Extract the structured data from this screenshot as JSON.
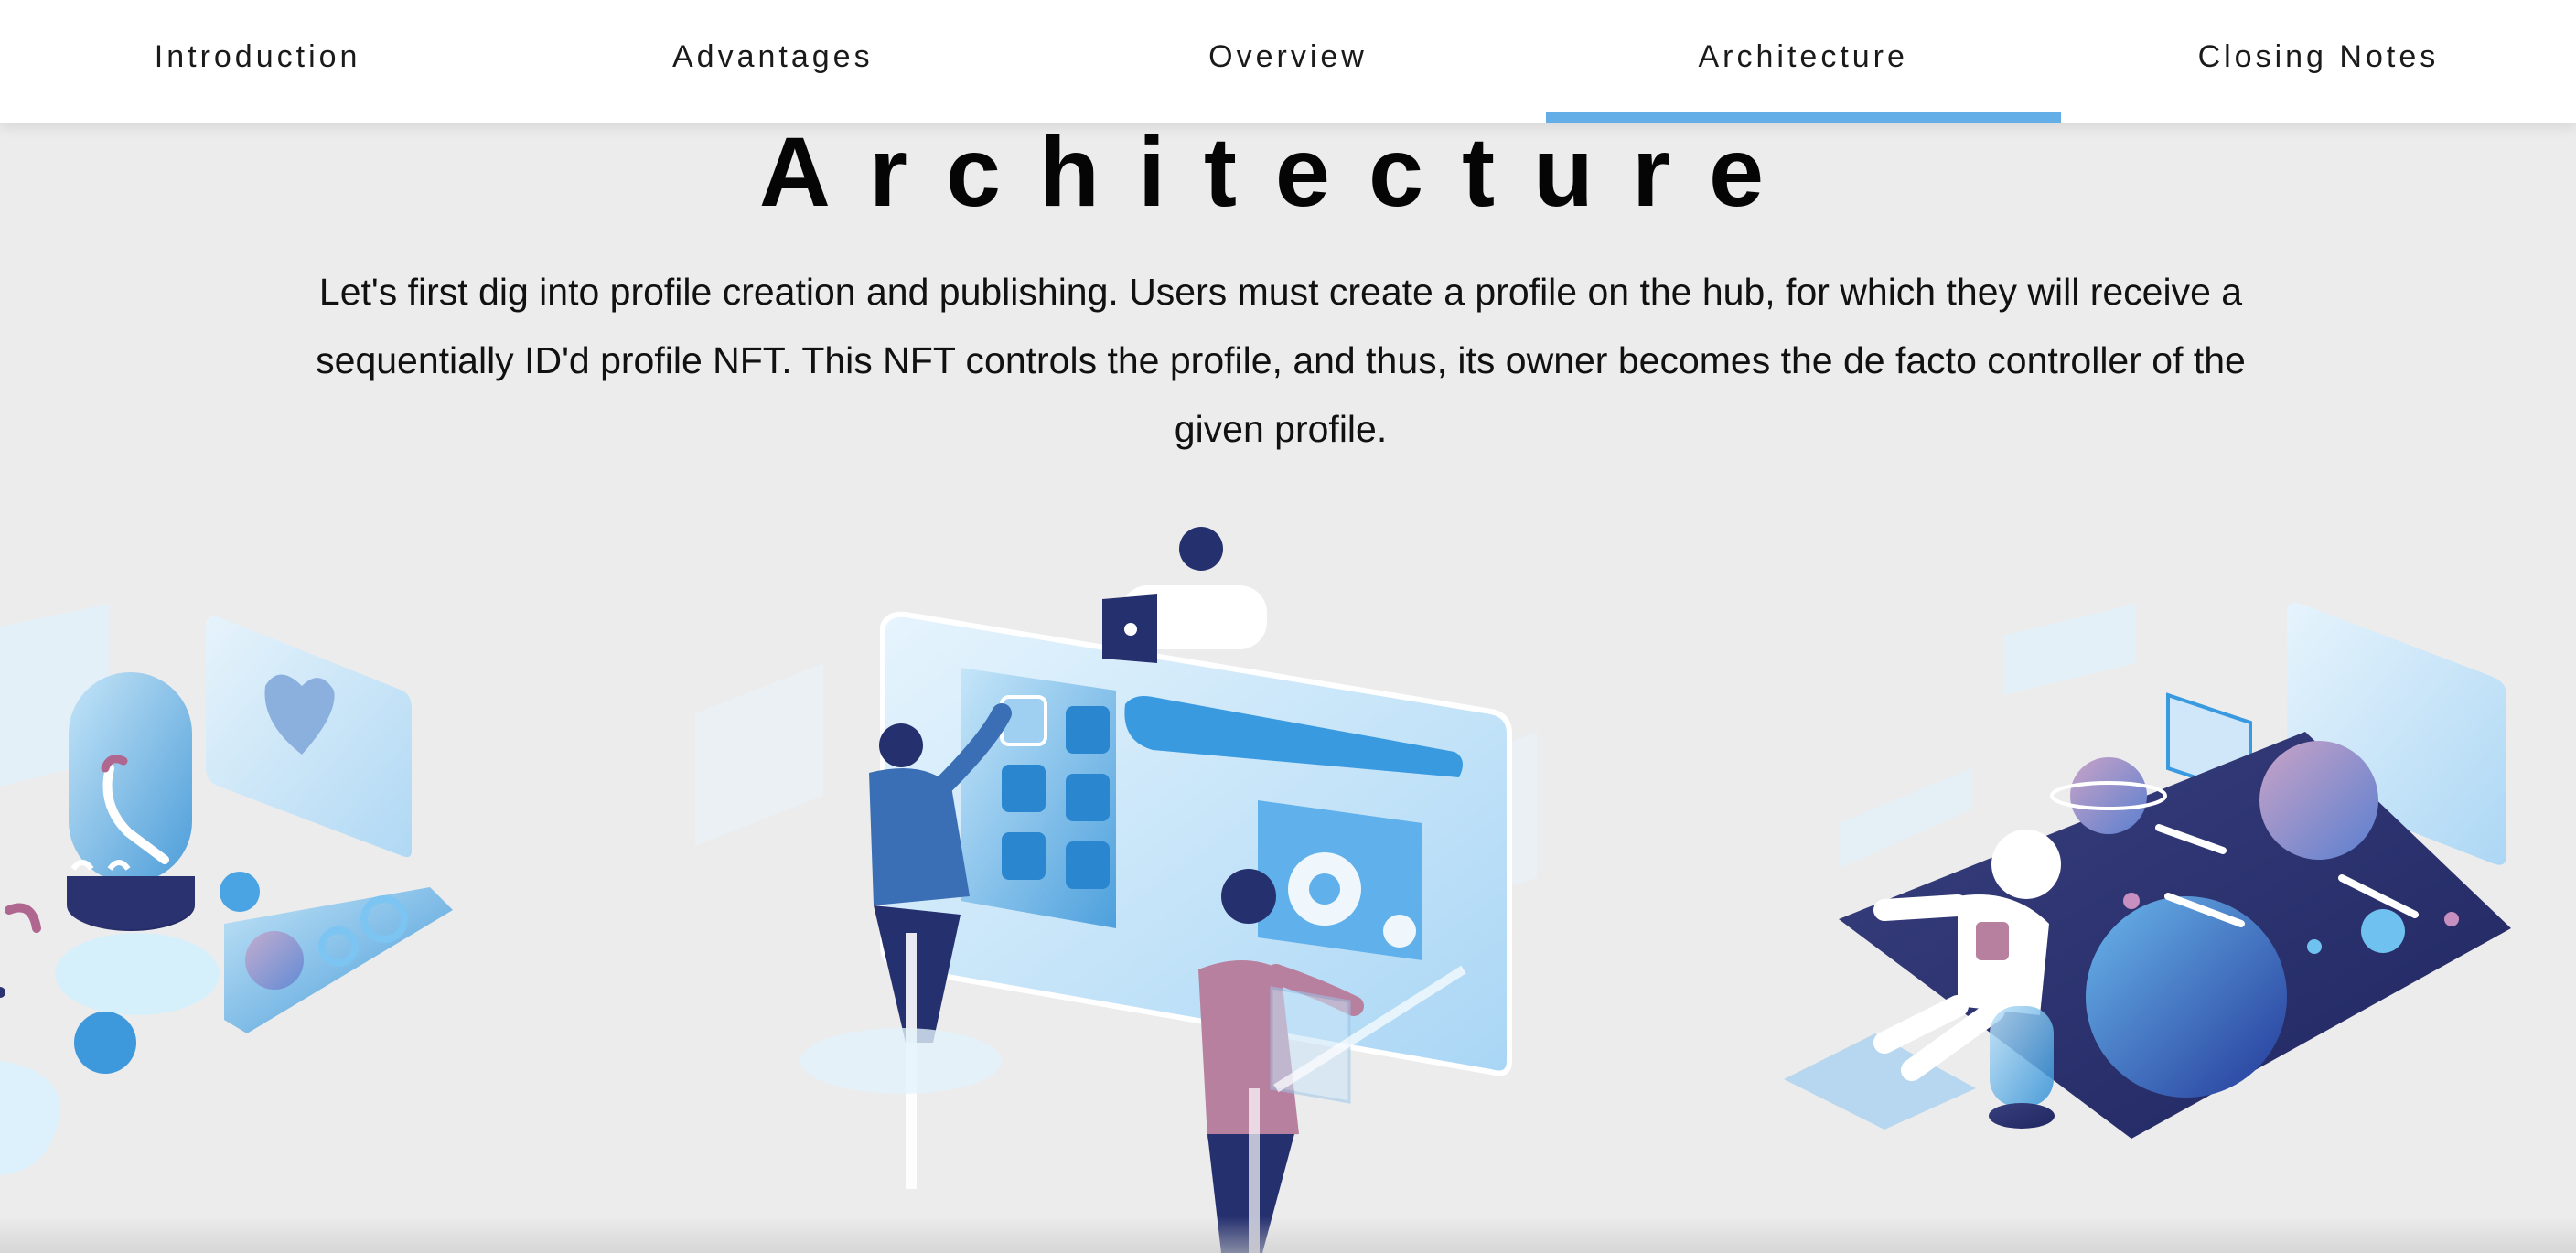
{
  "nav": {
    "items": [
      {
        "label": "Introduction"
      },
      {
        "label": "Advantages"
      },
      {
        "label": "Overview"
      },
      {
        "label": "Architecture"
      },
      {
        "label": "Closing Notes"
      }
    ],
    "active": "Architecture",
    "accent_color": "#64aee8"
  },
  "section": {
    "title": "Architecture",
    "body": "Let's first dig into profile creation and publishing. Users must create a profile on the hub, for which they will receive a sequentially ID'd profile NFT. This NFT controls the profile, and thus, its owner becomes the de facto controller of the given profile."
  },
  "illustrations": {
    "left": "lab-capsule-illustration",
    "center": "team-building-dashboard-illustration",
    "right": "astronaut-space-platform-illustration"
  }
}
